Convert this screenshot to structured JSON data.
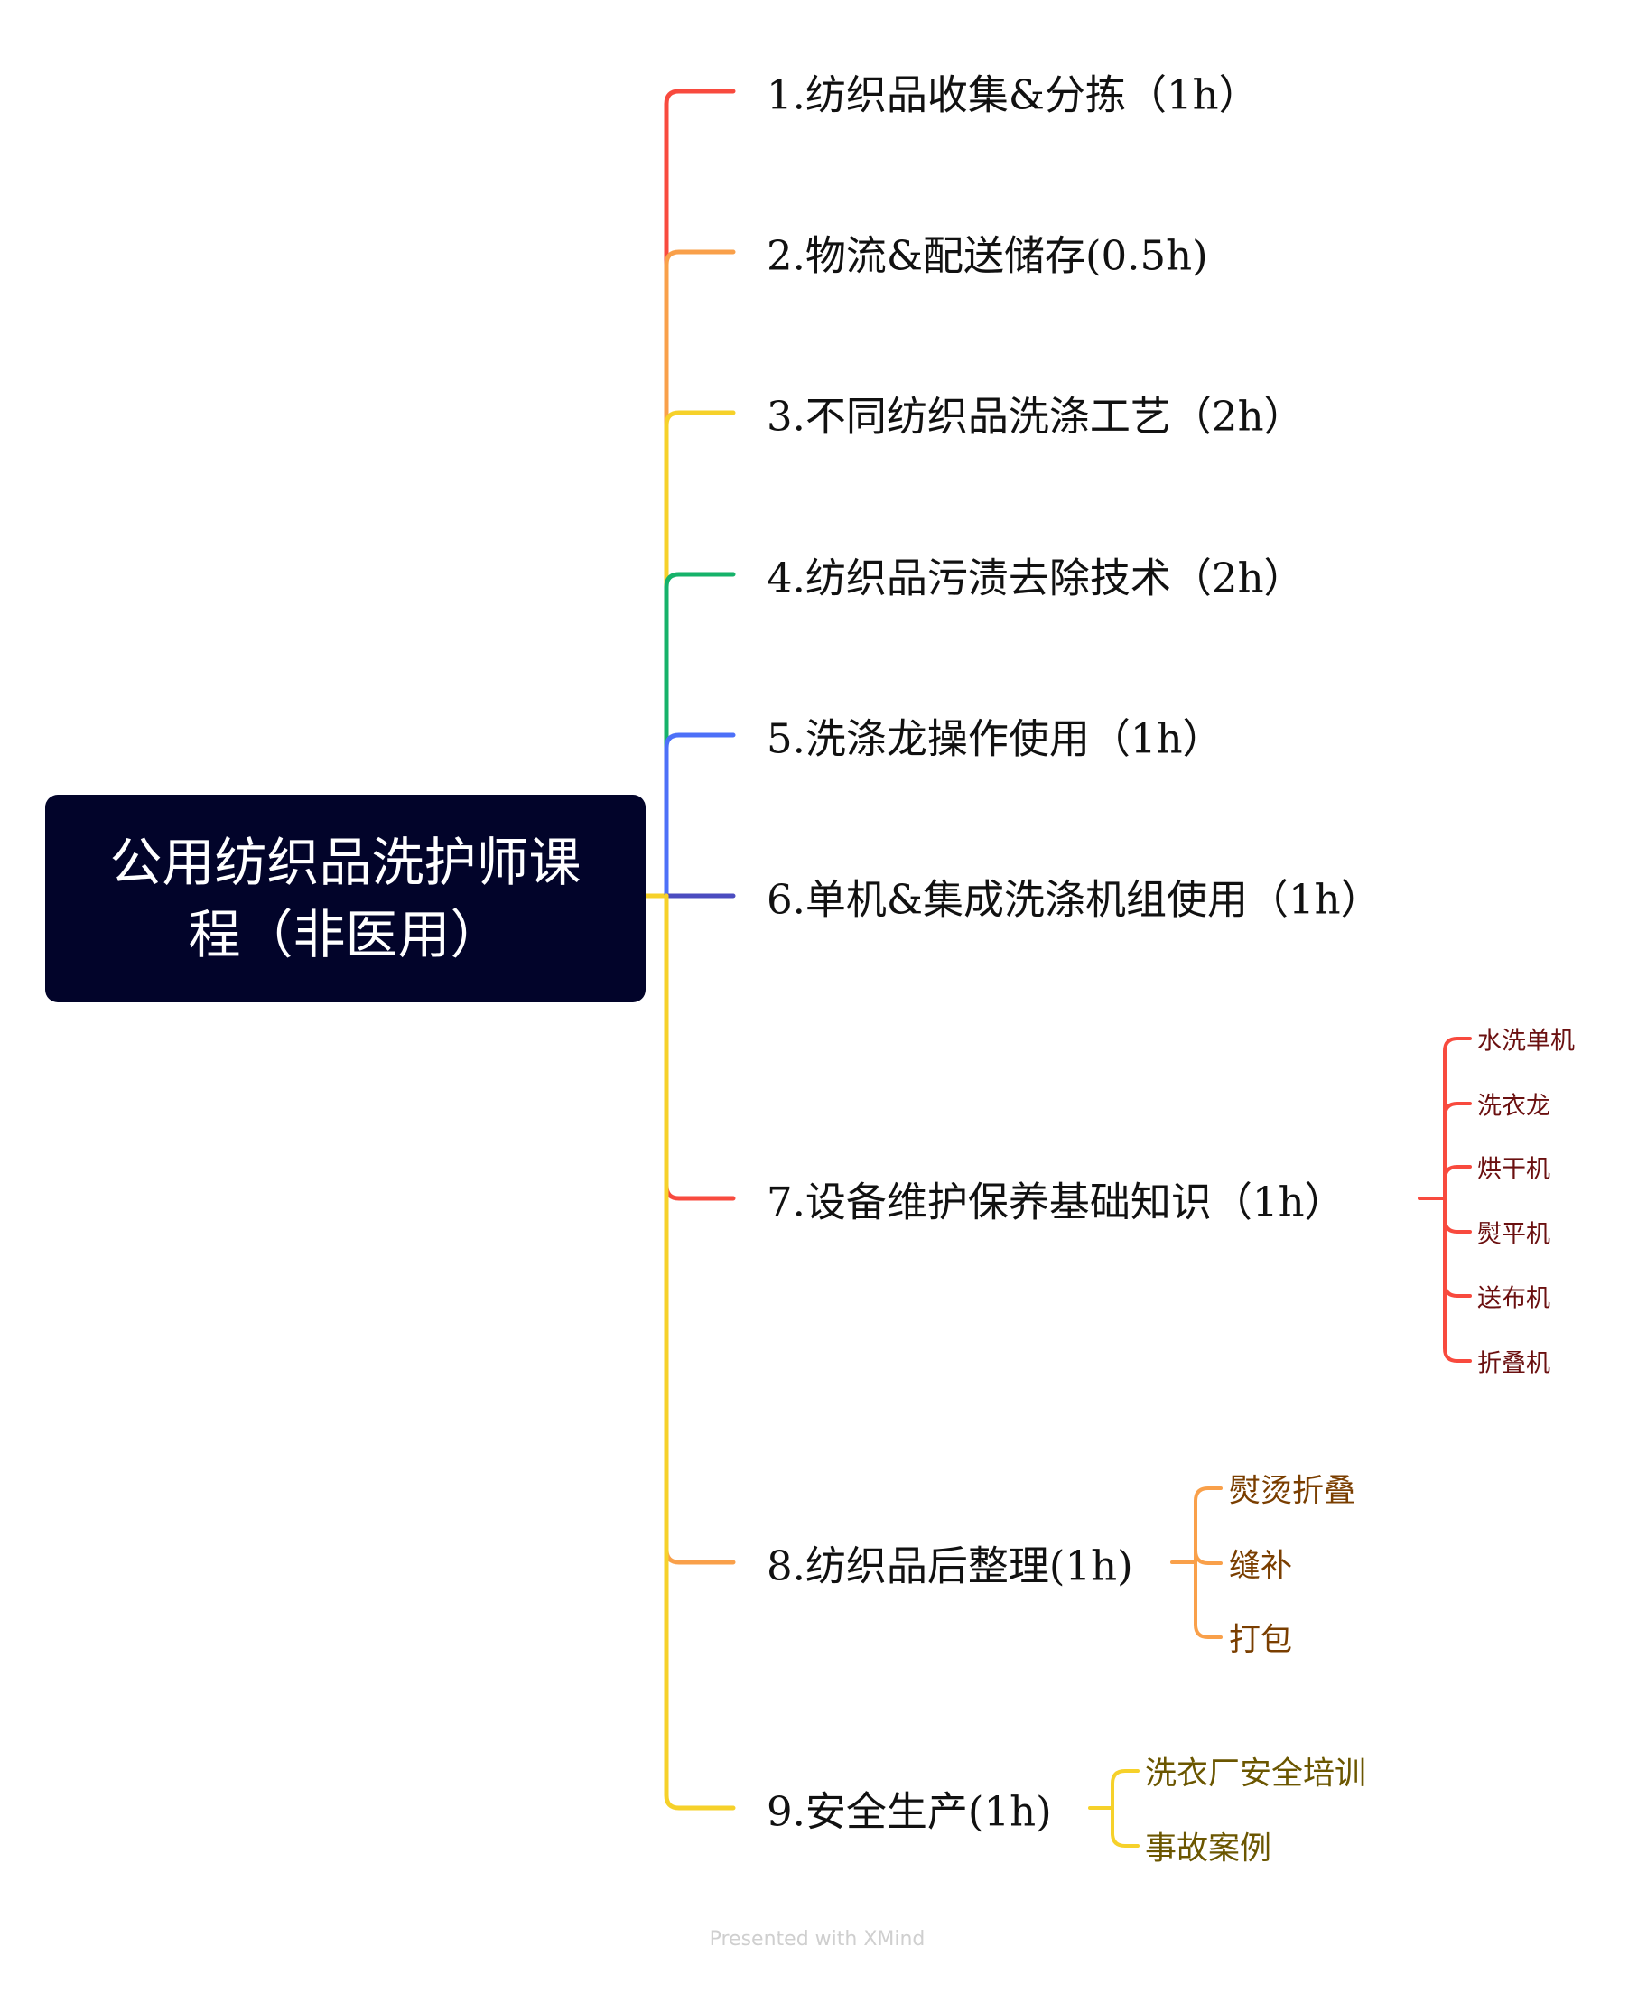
{
  "root": {
    "title": "公用纺织品洗护师课程（非医用）"
  },
  "topics": [
    {
      "label": "1.纺织品收集&分拣（1h）",
      "color": "#f84a3e"
    },
    {
      "label": "2.物流&配送储存(0.5h)",
      "color": "#f9a04a"
    },
    {
      "label": "3.不同纺织品洗涤工艺（2h）",
      "color": "#f6d12a"
    },
    {
      "label": "4.纺织品污渍去除技术（2h）",
      "color": "#16b26a"
    },
    {
      "label": "5.洗涤龙操作使用（1h）",
      "color": "#4d70f8"
    },
    {
      "label": "6.单机&集成洗涤机组使用（1h）",
      "color": "#4b4cc0"
    },
    {
      "label": "7.设备维护保养基础知识（1h）",
      "color": "#f84a3e",
      "children": [
        "水洗单机",
        "洗衣龙",
        "烘干机",
        "熨平机",
        "送布机",
        "折叠机"
      ]
    },
    {
      "label": "8.纺织品后整理(1h)",
      "color": "#f9a04a",
      "children": [
        "熨烫折叠",
        "缝补",
        "打包"
      ]
    },
    {
      "label": "9.安全生产(1h)",
      "color": "#f6d12a",
      "children": [
        "洗衣厂安全培训",
        "事故案例"
      ]
    }
  ],
  "footer": "Presented with XMind"
}
